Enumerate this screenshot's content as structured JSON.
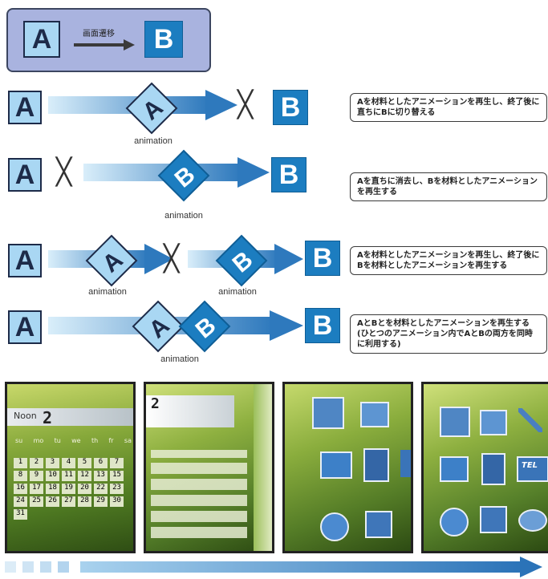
{
  "top": {
    "box_a": "A",
    "box_b": "B",
    "transition_label": "画面遷移"
  },
  "rows": [
    {
      "from": "A",
      "to": "B",
      "diamonds": [
        "A"
      ],
      "anim_label": "animation",
      "description": "Aを材料としたアニメーションを再生し、終了後に直ちにBに切り替える"
    },
    {
      "from": "A",
      "to": "B",
      "diamonds": [
        "B"
      ],
      "anim_label": "animation",
      "description": "Aを直ちに消去し、Bを材料としたアニメーションを再生する"
    },
    {
      "from": "A",
      "to": "B",
      "diamonds": [
        "A",
        "B"
      ],
      "anim_label": "animation",
      "description": "Aを材料としたアニメーションを再生し、終了後にBを材料としたアニメーションを再生する"
    },
    {
      "from": "A",
      "to": "B",
      "diamonds": [
        "A",
        "B"
      ],
      "anim_label": "animation",
      "description": "AとBとを材料としたアニメーションを再生する(ひとつのアニメーション内でAとBの両方を同時に利用する)"
    }
  ],
  "screens": {
    "calendar_month": "2",
    "calendar_header_text": "Noon",
    "weekdays": [
      "su",
      "mo",
      "tu",
      "we",
      "th",
      "fr",
      "sa"
    ],
    "calendar_numbers": [
      "1",
      "2",
      "3",
      "4",
      "5",
      "6",
      "7",
      "8",
      "9",
      "10",
      "11",
      "12",
      "13",
      "15",
      "16",
      "17",
      "18",
      "19",
      "20",
      "22",
      "23",
      "24",
      "25",
      "26",
      "27",
      "28",
      "29",
      "30",
      "31"
    ],
    "menu_labels": [
      "TEL"
    ]
  },
  "colors": {
    "light_box": "#a9d7f3",
    "dark_box": "#1c7dc0",
    "top_panel": "#a9b3df",
    "arrow_start": "#d9eefa",
    "arrow_end": "#2e79bd"
  }
}
